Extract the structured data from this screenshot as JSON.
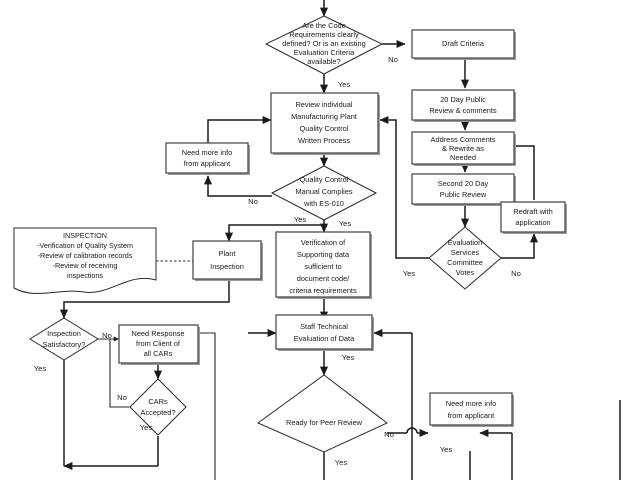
{
  "diagram": {
    "title": "Code Evaluation and Plant Inspection Process Flowchart",
    "background_color": "#ffffff",
    "line_color": "#1a1a1a",
    "box_fill": "#ffffff",
    "box_stroke": "#4d4d4d"
  },
  "nodes": {
    "code_requirements": {
      "shape": "diamond",
      "lines": [
        "Are the Code",
        "Requirements clearly",
        "defined? Or is an existing",
        "Evaluation Criteria",
        "available?"
      ]
    },
    "draft_criteria": {
      "shape": "box",
      "lines": [
        "Draft Criteria"
      ]
    },
    "public_review_20": {
      "shape": "box",
      "lines": [
        "20 Day Public",
        "Review & comments"
      ]
    },
    "address_comments": {
      "shape": "box",
      "lines": [
        "Address Comments",
        "& Rewrite as",
        "Needed"
      ]
    },
    "second_review": {
      "shape": "box",
      "lines": [
        "Second 20 Day",
        "Public Review"
      ]
    },
    "redraft": {
      "shape": "box",
      "lines": [
        "Redraft with",
        "application"
      ]
    },
    "esc_votes": {
      "shape": "diamond",
      "lines": [
        "Evaluation",
        "Services",
        "Committee",
        "Votes"
      ]
    },
    "review_individual": {
      "shape": "box",
      "lines": [
        "Review individual",
        "Manufacturing Plant",
        "Quality Control",
        "Written Process"
      ]
    },
    "need_more_info_top": {
      "shape": "box",
      "lines": [
        "Need more info",
        "from applicant"
      ]
    },
    "qc_manual": {
      "shape": "diamond",
      "lines": [
        "Quality Control",
        "Manual Complies",
        "with ES-010"
      ]
    },
    "inspection_note": {
      "shape": "note",
      "lines": [
        "INSPECTION",
        "-Verification of Quality System",
        "-Review of calibration records",
        "-Review of receiving",
        "inspections"
      ]
    },
    "plant_inspection": {
      "shape": "box",
      "lines": [
        "Plant",
        "Inspection"
      ]
    },
    "verification": {
      "shape": "box",
      "lines": [
        "Verification of",
        "Supporting data",
        "sufficient to",
        "document code/",
        "criteria requirements"
      ]
    },
    "inspection_satisfactory": {
      "shape": "diamond",
      "lines": [
        "Inspection",
        "Satisfactory?"
      ]
    },
    "need_response": {
      "shape": "box",
      "lines": [
        "Need Response",
        "from Client of",
        "all CARs"
      ]
    },
    "cars_accepted": {
      "shape": "diamond",
      "lines": [
        "CARs",
        "Accepted?"
      ]
    },
    "staff_evaluation": {
      "shape": "box",
      "lines": [
        "Staff Technical",
        "Evaluation of Data"
      ]
    },
    "ready_peer_review": {
      "shape": "diamond",
      "lines": [
        "Ready for Peer Review"
      ]
    },
    "need_more_info_bottom": {
      "shape": "box",
      "lines": [
        "Need more info",
        "from applicant"
      ]
    }
  },
  "edge_labels": {
    "code_req_no": "No",
    "code_req_yes": "Yes",
    "qc_no": "No",
    "qc_yes_left": "Yes",
    "qc_yes_right": "Yes",
    "esc_yes": "Yes",
    "esc_no": "No",
    "inspection_no": "No",
    "inspection_yes": "Yes",
    "cars_no": "No",
    "cars_yes": "Yes",
    "staff_yes": "Yes",
    "peer_no": "No",
    "peer_yes": "Yes",
    "need_info_yes": "Yes"
  }
}
